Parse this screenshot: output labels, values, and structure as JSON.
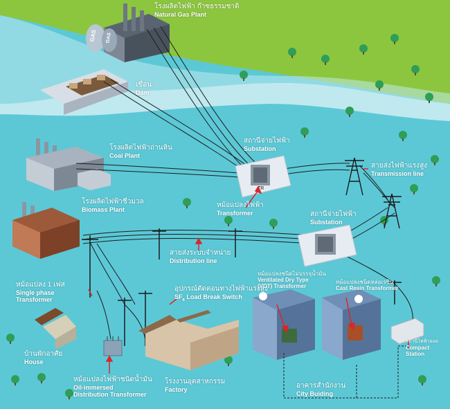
{
  "labels": {
    "gas_plant": {
      "th": "โรงผลิตไฟฟ้า ก๊าซธรรมชาติ",
      "en": "Natural Gas Plant"
    },
    "dam": {
      "th": "เขื่อน",
      "en": "Dam"
    },
    "coal_plant": {
      "th": "โรงผลิตไฟฟ้าถ่านหิน",
      "en": "Coal Plant"
    },
    "biomass_plant": {
      "th": "โรงผลิตไฟฟ้าชีวมวล",
      "en": "Biomass Plant"
    },
    "substation_upper": {
      "th": "สถานีจ่ายไฟฟ้า",
      "en": "Substation"
    },
    "substation_lower": {
      "th": "สถานีจ่ายไฟฟ้า",
      "en": "Substation"
    },
    "transformer": {
      "th": "หม้อแปลงไฟฟ้า",
      "en": "Transformer"
    },
    "transmission_line": {
      "th": "สายส่งไฟฟ้าแรงสูง",
      "en": "Transmission line"
    },
    "distribution_line": {
      "th": "สายส่งระบบจำหน่าย",
      "en": "Distribution line"
    },
    "single_phase": {
      "th": "หม้อแปลง 1 เฟส",
      "en1": "Single phase",
      "en2": "Transformer"
    },
    "sf6_switch": {
      "th": "อุปกรณ์ตัดตอนทางไฟฟ้าแรงสูง",
      "en_pre": "SF",
      "en_sub": "6",
      "en_post": " Load Break Switch"
    },
    "vdt": {
      "th": "หม้อแปลงชนิดไม่บรรจุน้ำมัน",
      "en1": "Ventilated Dry Type",
      "en2": "(VDT) Transformer"
    },
    "cast_resin": {
      "th": "หม้อแปลงชนิดหล่อเรซิน",
      "en": "Cast Resin Transformer"
    },
    "compact_station": {
      "th": "สถานีไฟฟ้าย่อย",
      "en1": "Compact",
      "en2": "Station"
    },
    "house": {
      "th": "บ้านพักอาศัย",
      "en": "House"
    },
    "oil_transformer": {
      "th": "หม้อแปลงไฟฟ้าชนิดน้ำมัน",
      "en1": "Oil-immersed",
      "en2": "Distribution Transformer"
    },
    "factory": {
      "th": "โรงงานอุตสาหกรรม",
      "en": "Factory"
    },
    "city_building": {
      "th": "อาคารสำนักงาน",
      "en": "City Buiding"
    }
  },
  "markings": {
    "gas_tank": "GAS",
    "transformer_tag": "TR"
  },
  "colors": {
    "sea": "#5cc8d6",
    "land_green": "#8cc63f",
    "river": "#bfe9ef",
    "callout_red": "#d8262c",
    "tree": "#2f9e57",
    "building_blue": "#6f8fb7"
  },
  "icons": [
    "gas-plant-icon",
    "dam-icon",
    "coal-plant-icon",
    "biomass-plant-icon",
    "substation-icon",
    "transmission-tower-icon",
    "distribution-pole-icon",
    "house-icon",
    "factory-icon",
    "office-building-icon",
    "compact-station-icon",
    "tree-icon"
  ]
}
